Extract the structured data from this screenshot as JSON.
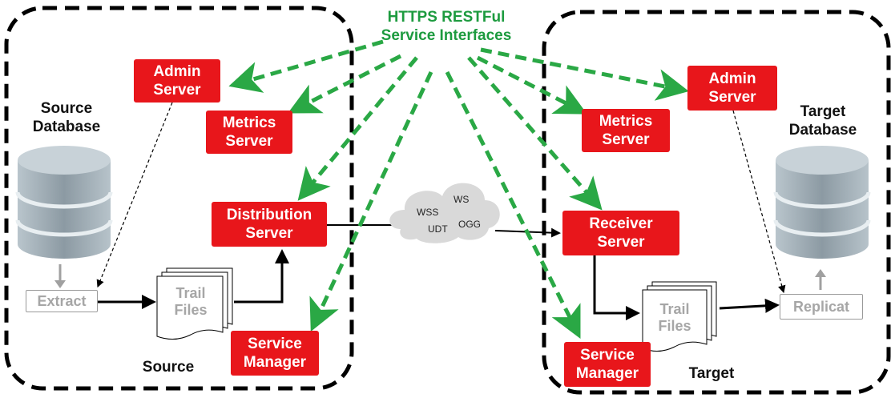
{
  "header": {
    "line1": "HTTPS RESTFul",
    "line2": "Service Interfaces"
  },
  "source": {
    "region_label": "Source",
    "database_line1": "Source",
    "database_line2": "Database",
    "admin": [
      "Admin",
      "Server"
    ],
    "metrics": [
      "Metrics",
      "Server"
    ],
    "distribution": [
      "Distribution",
      "Server"
    ],
    "service_manager": [
      "Service",
      "Manager"
    ],
    "extract": "Extract",
    "trail": [
      "Trail",
      "Files"
    ]
  },
  "target": {
    "region_label": "Target",
    "database_line1": "Target",
    "database_line2": "Database",
    "admin": [
      "Admin",
      "Server"
    ],
    "metrics": [
      "Metrics",
      "Server"
    ],
    "receiver": [
      "Receiver",
      "Server"
    ],
    "service_manager": [
      "Service",
      "Manager"
    ],
    "replicat": "Replicat",
    "trail": [
      "Trail",
      "Files"
    ]
  },
  "cloud": {
    "protocols": [
      "WSS",
      "WS",
      "UDT",
      "OGG"
    ]
  },
  "colors": {
    "server_red": "#e8161b",
    "rest_green": "#2aa845",
    "db_gray": "#a9b6bf"
  }
}
